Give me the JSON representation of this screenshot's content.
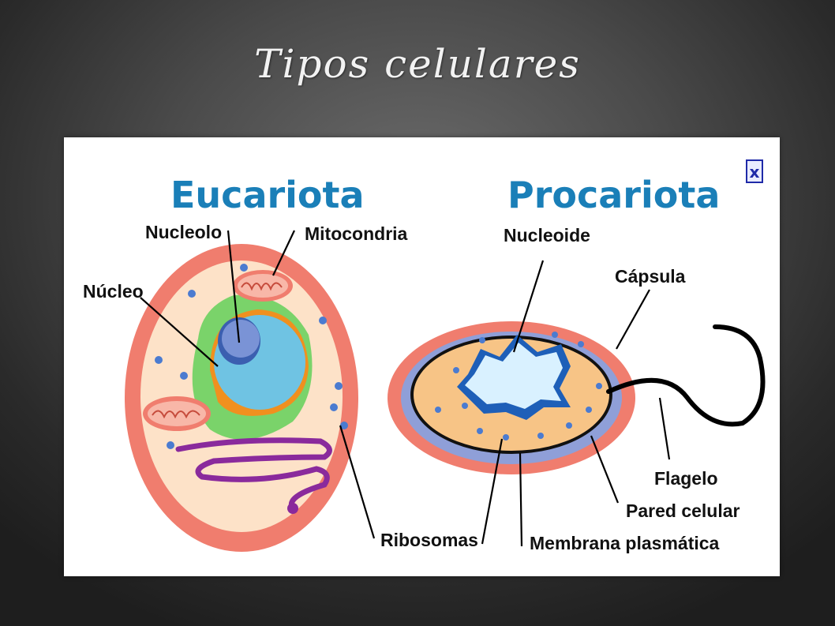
{
  "slide": {
    "title": "Tipos celulares"
  },
  "diagram": {
    "close_symbol": "x",
    "eukaryote": {
      "heading": "Eucariota",
      "labels": {
        "nucleolo": "Nucleolo",
        "mitocondria": "Mitocondria",
        "nucleo": "Núcleo",
        "ribosomas": "Ribosomas"
      }
    },
    "prokaryote": {
      "heading": "Procariota",
      "labels": {
        "nucleoide": "Nucleoide",
        "capsula": "Cápsula",
        "flagelo": "Flagelo",
        "pared": "Pared celular",
        "membrana": "Membrana plasmática"
      }
    },
    "colors": {
      "heading": "#1a7fb8",
      "cell_outer": "#f07d6e",
      "cytoplasm": "#fde2c8",
      "nucleus": "#6fc3e3",
      "nucleolus": "#5b78c9",
      "er": "#7ad36a",
      "golgi": "#8a2a9c",
      "mitochondria": "#f2a08f",
      "capsule": "#f07d6e",
      "cell_wall": "#8f9fd8",
      "proka_cytoplasm": "#f7c486",
      "nucleoid": "#d9f1ff"
    }
  }
}
